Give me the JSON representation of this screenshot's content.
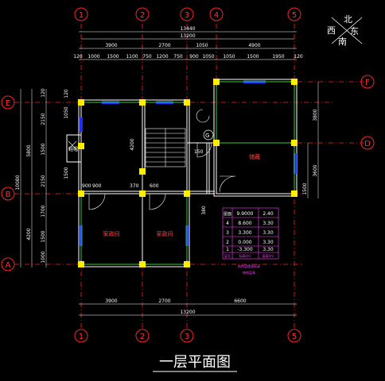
{
  "drawing_title": "一层平面图",
  "compass": {
    "north": "北",
    "south": "南",
    "west": "西",
    "east": "东"
  },
  "axes_top": [
    "1",
    "2",
    "3",
    "4",
    "5"
  ],
  "axes_bottom": [
    "1",
    "2",
    "3",
    "5"
  ],
  "axes_left": [
    "E",
    "B",
    "A"
  ],
  "axes_right": [
    "F",
    "D"
  ],
  "dims_top": {
    "overall_1": "13440",
    "overall_2": "13200",
    "row2": [
      "3900",
      "2700",
      "1050",
      "4900"
    ],
    "row3": [
      "120",
      "1000",
      "1500",
      "1100",
      "750",
      "1200",
      "750",
      "900",
      "1050",
      "1050",
      "1500",
      "1950",
      "120"
    ]
  },
  "dims_bottom": {
    "row1": [
      "3900",
      "2700",
      "6600"
    ],
    "overall": "13200"
  },
  "dims_left": {
    "overall": "10080",
    "mid": [
      "5800",
      "4200"
    ],
    "detail": [
      "120",
      "2150",
      "1500",
      "2150",
      "1700",
      "1500",
      "1000"
    ]
  },
  "dims_right": [
    "3800",
    "3600",
    "1500"
  ],
  "interior_dims": [
    "1050",
    "1500",
    "4200",
    "900",
    "900",
    "600",
    "370",
    "380",
    "150",
    "120"
  ],
  "rooms": [
    {
      "label": "家政间"
    },
    {
      "label": "家政间"
    },
    {
      "label": "鞋帽"
    },
    {
      "label": "储藏"
    }
  ],
  "level_table": {
    "rows": [
      {
        "floor": "屋面",
        "elev": "9.9000",
        "h": "2.40"
      },
      {
        "floor": "4",
        "elev": "8.600",
        "h": "3.30"
      },
      {
        "floor": "3",
        "elev": "3.300",
        "h": "3.30"
      },
      {
        "floor": "2",
        "elev": "0.000",
        "h": "3.30"
      },
      {
        "floor": "1",
        "elev": "-3.300",
        "h": "3.30"
      }
    ],
    "header": [
      "层号",
      "标高(m)",
      "层高(m)"
    ],
    "caption_1": "结构层楼面标高",
    "caption_2": "结构层高"
  },
  "colors": {
    "wall": "#ffffff",
    "column": "#ffee00",
    "window": "#1a2eff",
    "axis": "#ff2020",
    "dim": "#ffffff",
    "table": "#ff40ff",
    "bg": "#000000"
  }
}
